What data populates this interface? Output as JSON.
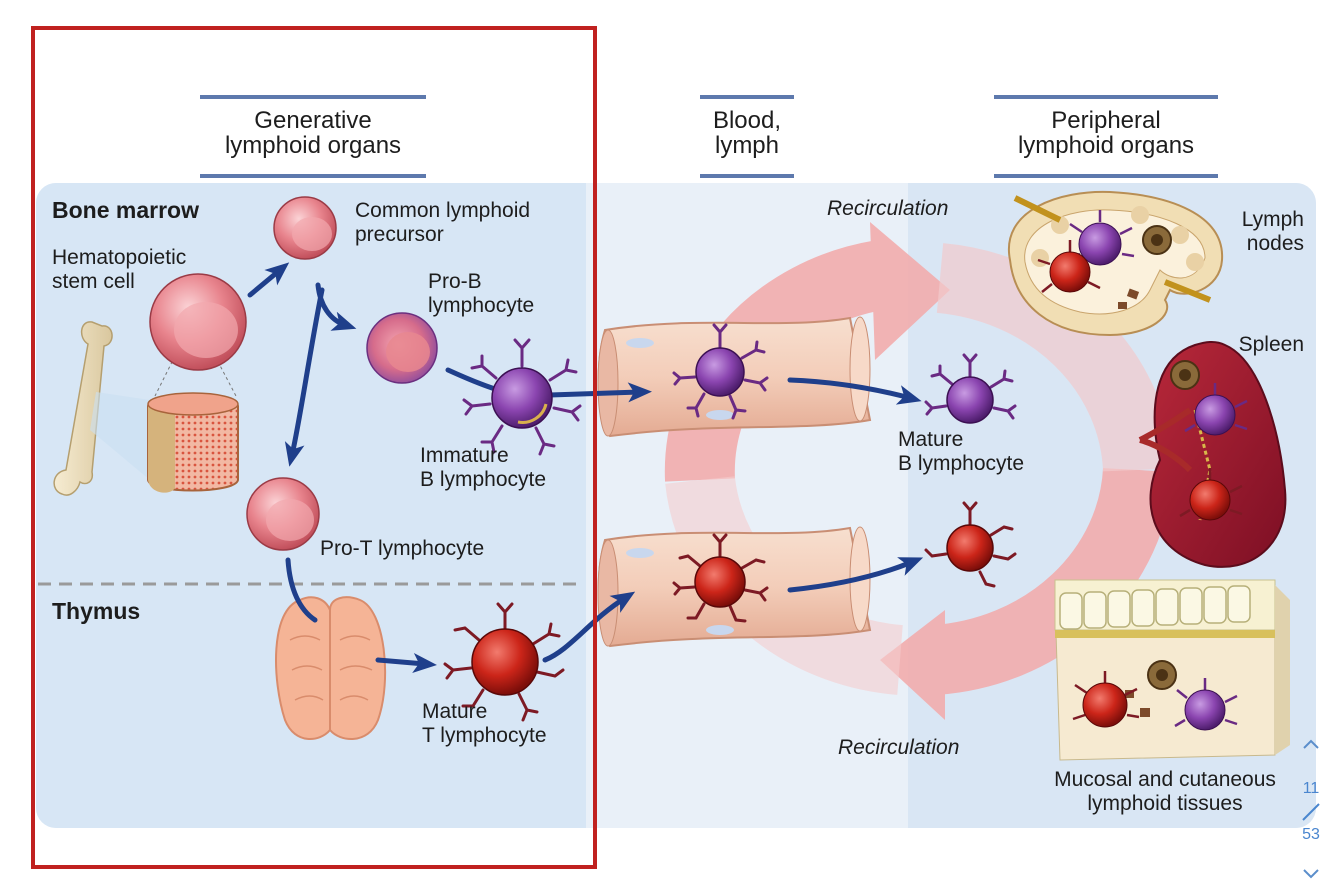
{
  "headers": {
    "generative": "Generative\nlymphoid organs",
    "blood": "Blood,\nlymph",
    "peripheral": "Peripheral\nlymphoid organs"
  },
  "sections": {
    "bone_marrow": "Bone marrow",
    "thymus": "Thymus"
  },
  "cells": {
    "hsc": "Hematopoietic\nstem cell",
    "clp": "Common lymphoid\nprecursor",
    "pro_b": "Pro-B\nlymphocyte",
    "immature_b": "Immature\nB lymphocyte",
    "pro_t": "Pro-T lymphocyte",
    "mature_t": "Mature\nT lymphocyte",
    "mature_b": "Mature\nB lymphocyte"
  },
  "organs": {
    "lymph_nodes": "Lymph\nnodes",
    "spleen": "Spleen",
    "mucosal": "Mucosal and cutaneous\nlymphoid tissues"
  },
  "recirculation": {
    "top": "Recirculation",
    "bottom": "Recirculation"
  },
  "pager": {
    "current": "11",
    "total": "53"
  },
  "colors": {
    "highlight_box": "#c0211f",
    "panel": "#dbe8f5",
    "header_bar": "#5d79ad",
    "arrow": "#1f3f8b",
    "recirculation_arrow": "#f2a3a3",
    "b_cell": "#7e3aa0",
    "t_cell": "#c0201b",
    "precursor_cell": "#e47f88"
  }
}
